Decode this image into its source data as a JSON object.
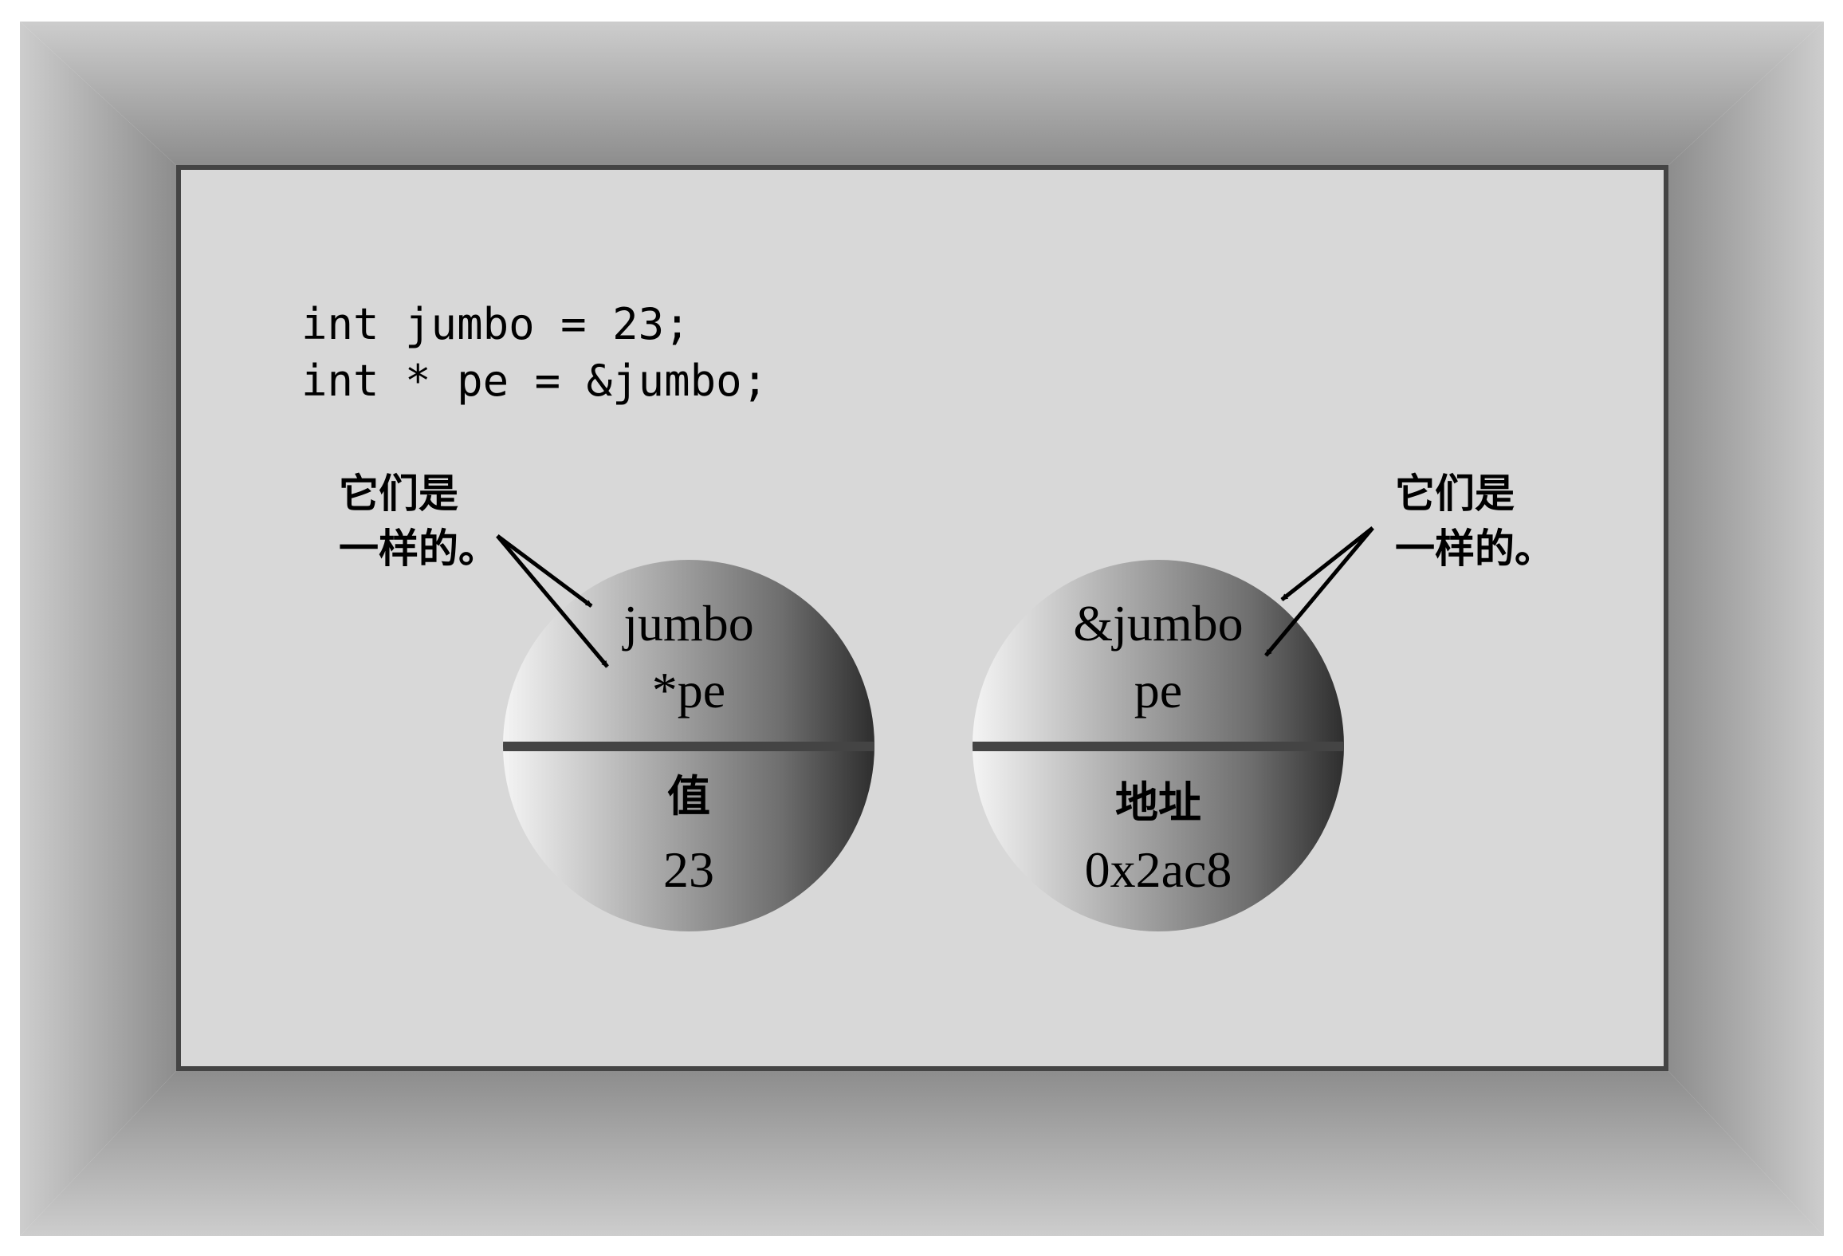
{
  "code": {
    "line1": "int jumbo = 23;",
    "line2": "int * pe = &jumbo;"
  },
  "left_callout": {
    "line1": "它们是",
    "line2": "一样的。"
  },
  "right_callout": {
    "line1": "它们是",
    "line2": "一样的。"
  },
  "left_circle": {
    "top_line1": "jumbo",
    "top_line2": "*pe",
    "bottom_label": "值",
    "bottom_value": "23"
  },
  "right_circle": {
    "top_line1": "&jumbo",
    "top_line2": "pe",
    "bottom_label": "地址",
    "bottom_value": "0x2ac8"
  },
  "colors": {
    "panel": "#d8d8d8",
    "frame_outer": "#c8c8c8",
    "frame_inner": "#8a8a8a",
    "border": "#444444",
    "text": "#000000"
  }
}
